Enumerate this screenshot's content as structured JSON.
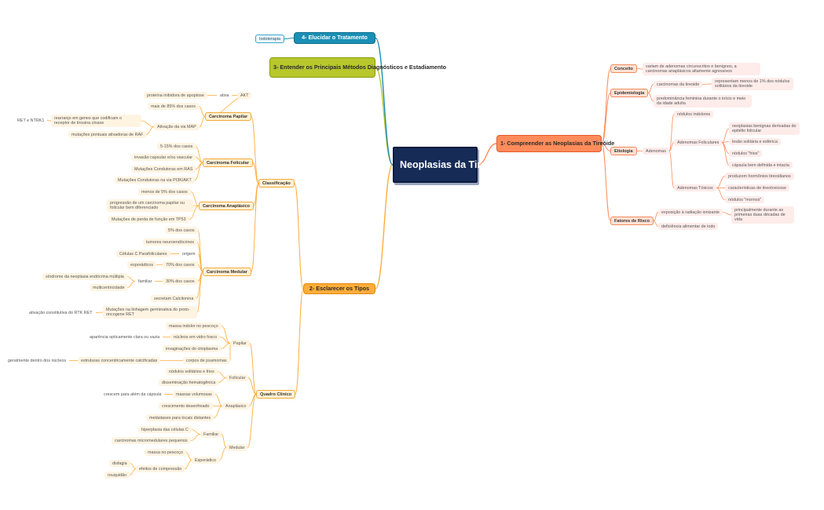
{
  "root": {
    "title": "Neoplasias da Tireóide"
  },
  "branch1": {
    "title": "1- Compreender as Neoplasias da Tireóide",
    "conceito": {
      "label": "Conceito",
      "text": "variam de adenomas circunscritos e benignos, a carcinomas anaplásicos altamente agressivos"
    },
    "epidemiologia": {
      "label": "Epidemiologia",
      "carcinomas": "carcinomas da tireoide",
      "carcinomas_detail": "representam menos de 1% dos nódulos solitários da tireoide",
      "predominancia": "predominância feminina durante o início e meio da idade adulta"
    },
    "etiologia": {
      "label": "Etiologia",
      "adenomas": "Adenomas",
      "indolores": "nódulos indolores",
      "foliculares": {
        "label": "Adenomas Foliculares",
        "items": [
          "neoplasias benignas derivadas do epitélio folicular",
          "lesão solitária e esférica",
          "nódulos \"frios\"",
          "cápsula bem definida e intacta"
        ]
      },
      "toxicos": {
        "label": "Adenomas Tóxicos",
        "items": [
          "produzem hormônios tireoidianos",
          "características de tireotoxicose",
          "nódulos \"mornos\""
        ]
      }
    },
    "risco": {
      "label": "Fatores de Risco",
      "radiacao": "exposição à radiação ionizante",
      "radiacao_detail": "principalmente durante as primeiras duas décadas de vida",
      "iodo": "deficiência alimentar de iodo"
    }
  },
  "branch2": {
    "title": "2- Esclarecer os Tipos",
    "classificacao": {
      "label": "Classificação",
      "papilar": {
        "label": "Carcinoma Papilar",
        "akt": "AKT",
        "ativa": "ativa",
        "proteina": "proteína inibidora de apoptose",
        "mais85": "mais de 85% dos casos",
        "map": "Ativação da via MAP",
        "rearranjo": "rearranjo em genes que codificam o receptor de tirosina cinase",
        "ret": "RET e NTRK1",
        "raf": "mutações pontuais ativadoras de RAF"
      },
      "folicular": {
        "label": "Carcinoma Folicular",
        "items": [
          "5-15% dos casos",
          "invasão capsular e/ou vascular",
          "Mutações Condutoras em RAS",
          "Mutações Condutoras na via PI3K/AKT"
        ]
      },
      "anaplasico": {
        "label": "Carcinoma Anaplásico",
        "items": [
          "menos de 5% dos casos",
          "progressão de um carcinoma papilar ou folicular bem diferenciado",
          "Mutações de perda de função em TP53"
        ]
      },
      "medular": {
        "label": "Carcinoma Medular",
        "casos5": "5% dos casos",
        "tumores": "tumores neuroendócrinos",
        "origem": "origem",
        "celulas": "Células C Parafoliculares",
        "casos70": "70% dos casos",
        "esporadicos": "esporádicos",
        "casos30": "30% dos casos",
        "familiar": "familiar",
        "sindrome": "síndrome da neoplasia endócrina múltipla",
        "multicentricidade": "multicentricidade",
        "calcitonina": "secretam Calcitonina",
        "mutacoes": "Mutações na linhagem germinativa do proto-oncogene RET",
        "ativacao": "ativação constitutiva do RTK RET"
      }
    },
    "quadro": {
      "label": "Quadro Clínico",
      "papilar": {
        "label": "Papilar",
        "massa": "massa indolor no pescoço",
        "nucleos": "núcleos em vidro fosco",
        "aparencia": "aparência opticamente clara ou vazia",
        "invag": "invaginações do citoplasma",
        "corpos": "corpos de psamomas",
        "estruturas": "estruturas concentricamente calcificadas",
        "geralmente": "geralmente dentro dos núcleos"
      },
      "folicular": {
        "label": "Folicular",
        "items": [
          "nódulos solitários e frios",
          "disseminação hematogênica"
        ]
      },
      "anaplasico": {
        "label": "Anaplásico",
        "massas": "massas volumosas",
        "crescem": "crescem para além da cápsula",
        "crescimento": "crescimento desenfreado",
        "metastases": "metástases para locais distantes"
      },
      "medular": {
        "label": "Medular",
        "familiar": "Familiar",
        "hiperplasia": "hiperplasia das células C",
        "micro": "carcinomas micromedulares pequenos",
        "esporadico": "Esporádico",
        "massa": "massa no pescoço",
        "efeitos": "efeitos de compressão",
        "disfagia": "disfagia",
        "rouquidao": "rouquidão"
      }
    }
  },
  "branch3": {
    "title": "3- Entender os Principais Métodos Diagnósticos e Estadiamento"
  },
  "branch4": {
    "title": "4- Elucidar o Tratamento",
    "iodoterapia": "Iodoterapia"
  },
  "colors": {
    "branch1": "#ff8c5a",
    "branch2": "#ffad3b",
    "branch3": "#b7c72c",
    "branch4": "#1b8fb5",
    "root": "#162c57"
  }
}
